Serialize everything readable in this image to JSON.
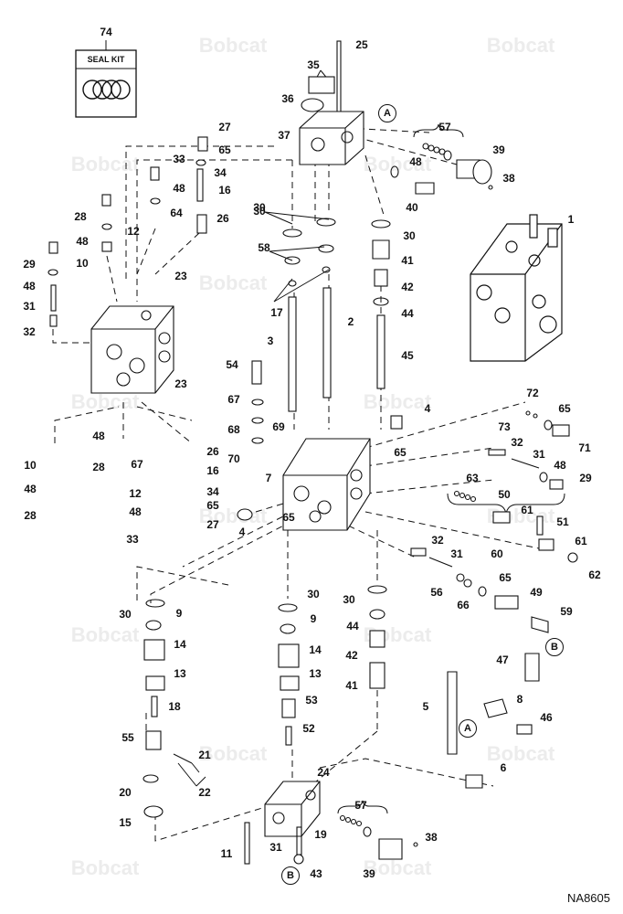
{
  "watermark": "Bobcat",
  "drawing_code": "NA8605",
  "seal_kit_label": "SEAL KIT",
  "callouts": {
    "A": "A",
    "B": "B"
  },
  "parts": [
    {
      "n": "74"
    },
    {
      "n": "25"
    },
    {
      "n": "35"
    },
    {
      "n": "36"
    },
    {
      "n": "37"
    },
    {
      "n": "57"
    },
    {
      "n": "39"
    },
    {
      "n": "38"
    },
    {
      "n": "48"
    },
    {
      "n": "40"
    },
    {
      "n": "27"
    },
    {
      "n": "65"
    },
    {
      "n": "33"
    },
    {
      "n": "34"
    },
    {
      "n": "48"
    },
    {
      "n": "16"
    },
    {
      "n": "28"
    },
    {
      "n": "12"
    },
    {
      "n": "64"
    },
    {
      "n": "26"
    },
    {
      "n": "48"
    },
    {
      "n": "10"
    },
    {
      "n": "29"
    },
    {
      "n": "48"
    },
    {
      "n": "31"
    },
    {
      "n": "32"
    },
    {
      "n": "23"
    },
    {
      "n": "23"
    },
    {
      "n": "30"
    },
    {
      "n": "30"
    },
    {
      "n": "30"
    },
    {
      "n": "58"
    },
    {
      "n": "41"
    },
    {
      "n": "42"
    },
    {
      "n": "17"
    },
    {
      "n": "44"
    },
    {
      "n": "3"
    },
    {
      "n": "2"
    },
    {
      "n": "45"
    },
    {
      "n": "1"
    },
    {
      "n": "54"
    },
    {
      "n": "67"
    },
    {
      "n": "68"
    },
    {
      "n": "69"
    },
    {
      "n": "70"
    },
    {
      "n": "4"
    },
    {
      "n": "72"
    },
    {
      "n": "65"
    },
    {
      "n": "73"
    },
    {
      "n": "71"
    },
    {
      "n": "65"
    },
    {
      "n": "32"
    },
    {
      "n": "31"
    },
    {
      "n": "48"
    },
    {
      "n": "29"
    },
    {
      "n": "7"
    },
    {
      "n": "10"
    },
    {
      "n": "48"
    },
    {
      "n": "28"
    },
    {
      "n": "48"
    },
    {
      "n": "28"
    },
    {
      "n": "26"
    },
    {
      "n": "67"
    },
    {
      "n": "16"
    },
    {
      "n": "12"
    },
    {
      "n": "34"
    },
    {
      "n": "48"
    },
    {
      "n": "65"
    },
    {
      "n": "33"
    },
    {
      "n": "27"
    },
    {
      "n": "63"
    },
    {
      "n": "50"
    },
    {
      "n": "61"
    },
    {
      "n": "51"
    },
    {
      "n": "60"
    },
    {
      "n": "61"
    },
    {
      "n": "62"
    },
    {
      "n": "4"
    },
    {
      "n": "65"
    },
    {
      "n": "32"
    },
    {
      "n": "31"
    },
    {
      "n": "56"
    },
    {
      "n": "65"
    },
    {
      "n": "66"
    },
    {
      "n": "49"
    },
    {
      "n": "59"
    },
    {
      "n": "47"
    },
    {
      "n": "30"
    },
    {
      "n": "9"
    },
    {
      "n": "30"
    },
    {
      "n": "9"
    },
    {
      "n": "30"
    },
    {
      "n": "44"
    },
    {
      "n": "14"
    },
    {
      "n": "14"
    },
    {
      "n": "42"
    },
    {
      "n": "13"
    },
    {
      "n": "13"
    },
    {
      "n": "41"
    },
    {
      "n": "18"
    },
    {
      "n": "53"
    },
    {
      "n": "5"
    },
    {
      "n": "8"
    },
    {
      "n": "46"
    },
    {
      "n": "52"
    },
    {
      "n": "55"
    },
    {
      "n": "21"
    },
    {
      "n": "22"
    },
    {
      "n": "20"
    },
    {
      "n": "24"
    },
    {
      "n": "6"
    },
    {
      "n": "15"
    },
    {
      "n": "57"
    },
    {
      "n": "19"
    },
    {
      "n": "11"
    },
    {
      "n": "31"
    },
    {
      "n": "38"
    },
    {
      "n": "43"
    },
    {
      "n": "39"
    }
  ]
}
